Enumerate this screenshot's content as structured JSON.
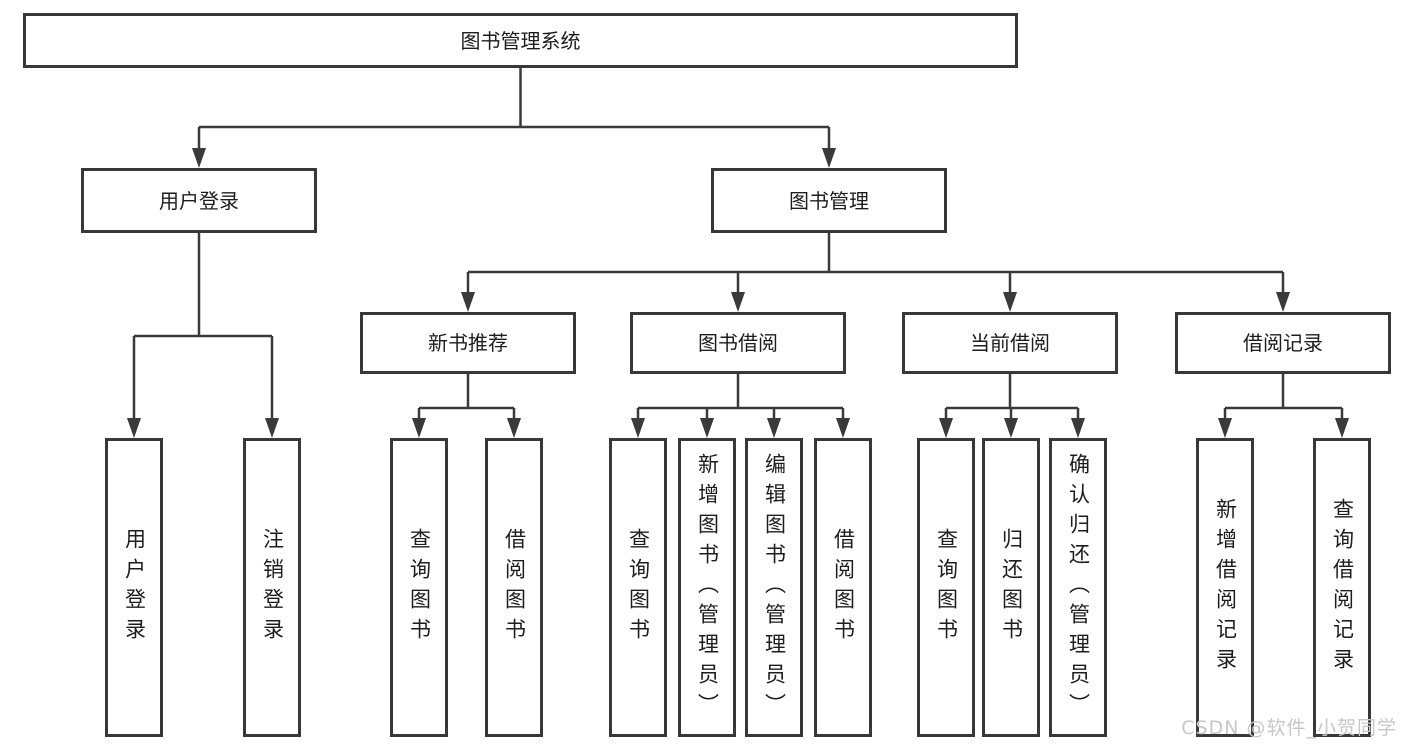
{
  "diagram": {
    "root": {
      "label": "图书管理系统"
    },
    "branches": [
      {
        "label": "用户登录",
        "leaves": [
          {
            "label": "用户登录"
          },
          {
            "label": "注销登录"
          }
        ]
      },
      {
        "label": "图书管理",
        "groups": [
          {
            "label": "新书推荐",
            "leaves": [
              {
                "label": "查询图书"
              },
              {
                "label": "借阅图书"
              }
            ]
          },
          {
            "label": "图书借阅",
            "leaves": [
              {
                "label": "查询图书"
              },
              {
                "label": "新增图书（管理员）"
              },
              {
                "label": "编辑图书（管理员）"
              },
              {
                "label": "借阅图书"
              }
            ]
          },
          {
            "label": "当前借阅",
            "leaves": [
              {
                "label": "查询图书"
              },
              {
                "label": "归还图书"
              },
              {
                "label": "确认归还（管理员）"
              }
            ]
          },
          {
            "label": "借阅记录",
            "leaves": [
              {
                "label": "新增借阅记录"
              },
              {
                "label": "查询借阅记录"
              }
            ]
          }
        ]
      }
    ]
  },
  "watermark": {
    "text": "CSDN @软件_小贺同学"
  },
  "colors": {
    "line": "#3a3a3a",
    "box_border": "#383838",
    "text": "#1d1d1d",
    "watermark": "#c7c7c7"
  }
}
